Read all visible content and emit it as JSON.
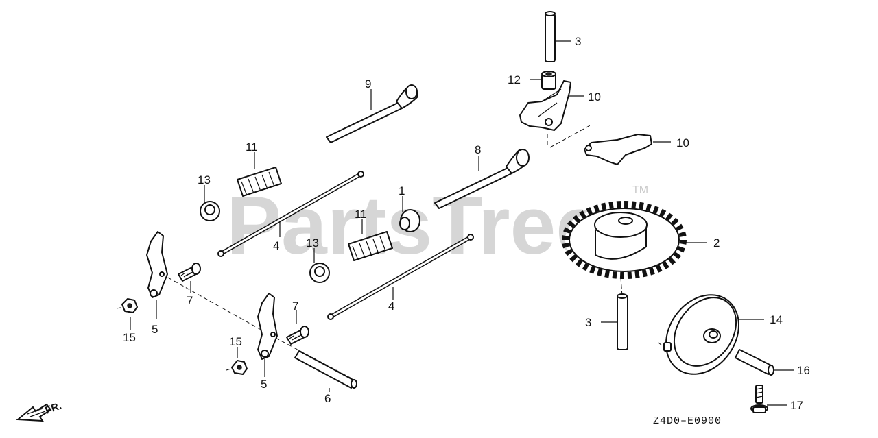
{
  "watermark": "PartsTree",
  "trademark": "TM",
  "diagram_code": "Z4D0–E0900",
  "front_indicator": "FR.",
  "callouts": {
    "c1": "1",
    "c2": "2",
    "c3a": "3",
    "c3b": "3",
    "c4a": "4",
    "c4b": "4",
    "c5a": "5",
    "c5b": "5",
    "c6": "6",
    "c7a": "7",
    "c7b": "7",
    "c8": "8",
    "c9": "9",
    "c10a": "10",
    "c10b": "10",
    "c11a": "11",
    "c11b": "11",
    "c12": "12",
    "c13a": "13",
    "c13b": "13",
    "c14": "14",
    "c15a": "15",
    "c15b": "15",
    "c16": "16",
    "c17": "17"
  },
  "icons": [
    "front-arrow-icon"
  ]
}
